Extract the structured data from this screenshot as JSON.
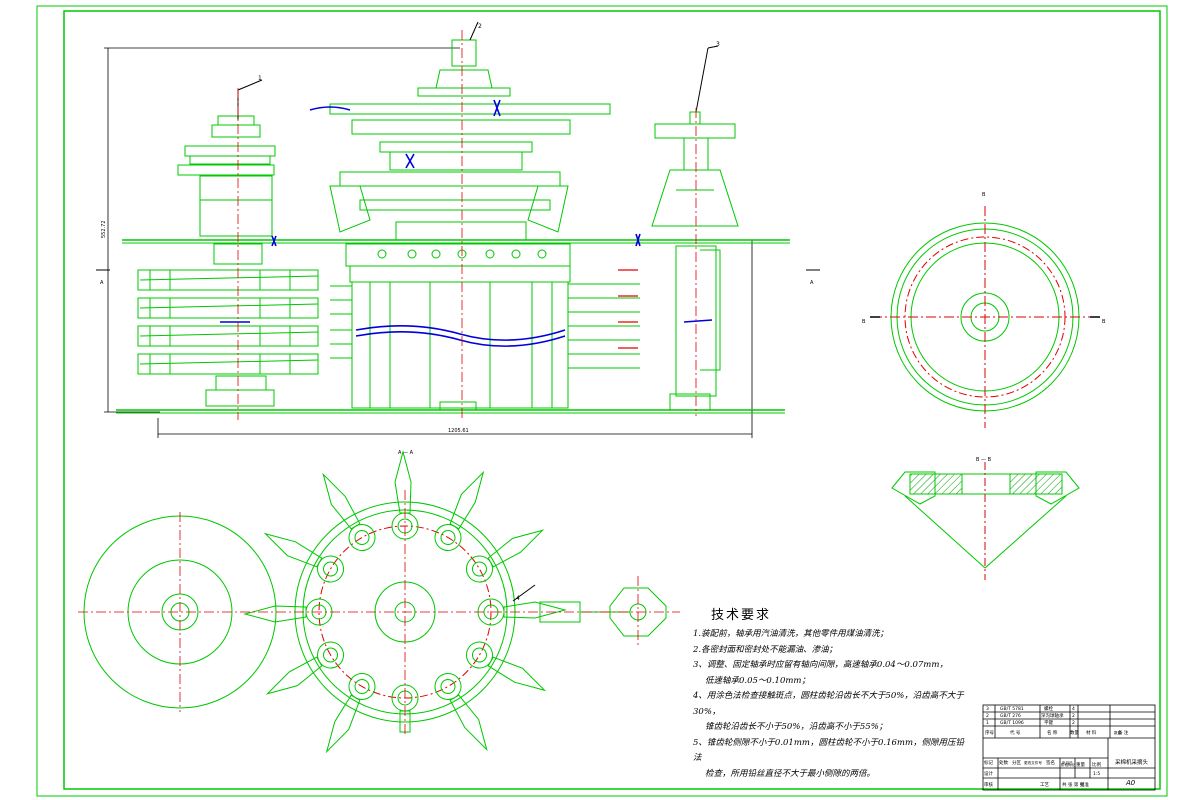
{
  "callouts": {
    "part_1": "1",
    "part_2": "2",
    "part_3": "3",
    "part_4": "4"
  },
  "section_marks": {
    "a_left": "A",
    "a_right": "A",
    "view_aa": "A — A",
    "b_left": "B",
    "b_right": "B",
    "b_top": "B",
    "view_bb": "B — B"
  },
  "dimensions": {
    "overall_width": "1205.61",
    "overall_height": "552.72"
  },
  "tech_requirements": {
    "title": "技术要求",
    "lines": [
      "1.装配前，轴承用汽油清洗，其他零件用煤油清洗；",
      "2.各密封面和密封处不能漏油、渗油；",
      "3、调整、固定轴承时应留有轴向间隙，高速轴承0.04～0.07mm，",
      "低速轴承0.05～0.10mm；",
      "4、用涂色法检查接触斑点，圆柱齿轮沿齿长不大于50%，沿齿高不大于",
      "30%，",
      "锥齿轮沿齿长不小于50%，沿齿高不小于55%；",
      "5、锥齿轮侧隙不小于0.01mm，圆柱齿轮不小于0.16mm，侧隙用压铅",
      "法",
      "检查，所用铅丝直径不大于最小侧隙的两倍。"
    ]
  },
  "title_block": {
    "drawing_name": "采棉机采摘头",
    "sheet_size": "A0",
    "scale_label": "比例",
    "quantity_label": "数量",
    "weight_label": "重量",
    "sheet_label": "共 张 第 张",
    "header_labels": [
      "序号",
      "代 号",
      "名 称",
      "数量",
      "材 料",
      "备 注"
    ],
    "rows": [
      [
        "3",
        "GB/T 5781",
        "螺栓",
        "4"
      ],
      [
        "2",
        "GB/T 276",
        "深沟球轴承",
        "2"
      ],
      [
        "1",
        "GB/T 1096",
        "平键",
        "2"
      ]
    ],
    "sign_labels": [
      "标记",
      "处数",
      "分区",
      "更改文件号",
      "签名",
      "年月日"
    ],
    "role_labels": [
      "设计",
      "审核",
      "工艺",
      "批准"
    ],
    "stage_label": "阶段标记",
    "scale_value": "1:5"
  },
  "colors": {
    "outline": "#00c800",
    "centerline": "#e00000",
    "dimension": "#000000",
    "seal": "#0000dd",
    "hatch": "#00a000"
  }
}
